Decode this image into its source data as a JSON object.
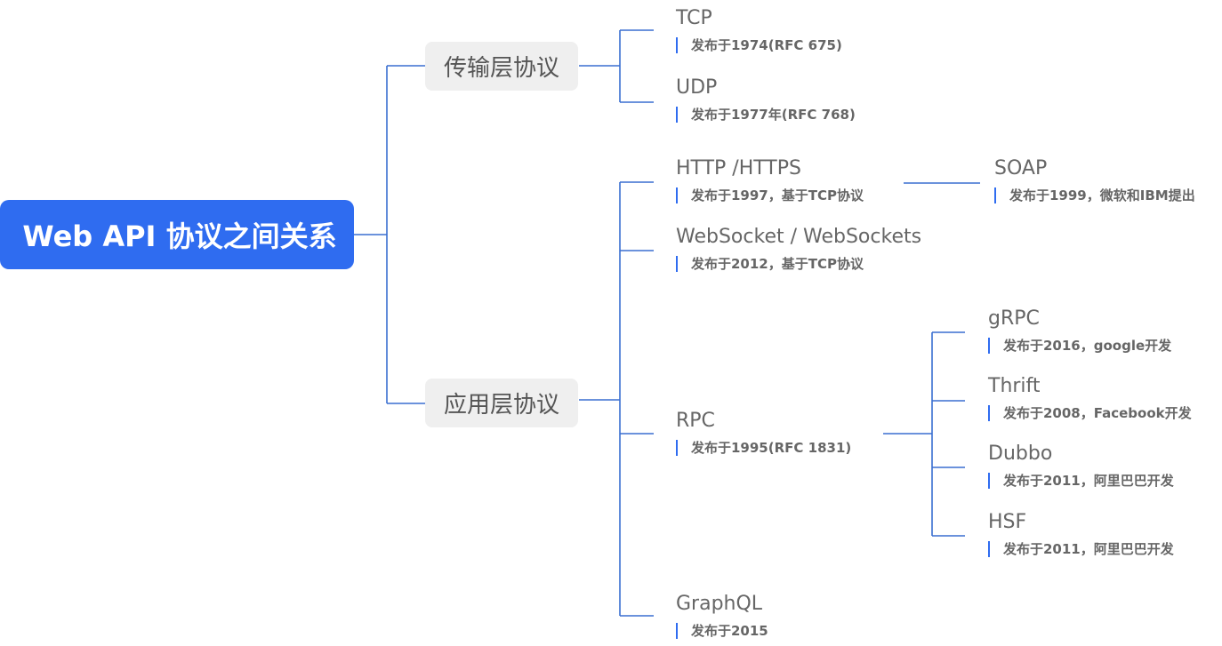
{
  "root": {
    "label": "Web API 协议之间关系"
  },
  "categories": {
    "transport": {
      "label": "传输层协议"
    },
    "application": {
      "label": "应用层协议"
    }
  },
  "protocols": {
    "tcp": {
      "name": "TCP",
      "note": "发布于1974(RFC 675)"
    },
    "udp": {
      "name": "UDP",
      "note": "发布于1977年(RFC 768)"
    },
    "http": {
      "name": "HTTP /HTTPS",
      "note": "发布于1997，基于TCP协议"
    },
    "soap": {
      "name": "SOAP",
      "note": "发布于1999，微软和IBM提出"
    },
    "websocket": {
      "name": "WebSocket / WebSockets",
      "note": "发布于2012，基于TCP协议"
    },
    "rpc": {
      "name": "RPC",
      "note": "发布于1995(RFC 1831)"
    },
    "grpc": {
      "name": "gRPC",
      "note": "发布于2016，google开发"
    },
    "thrift": {
      "name": "Thrift",
      "note": "发布于2008，Facebook开发"
    },
    "dubbo": {
      "name": "Dubbo",
      "note": "发布于2011，阿里巴巴开发"
    },
    "hsf": {
      "name": "HSF",
      "note": "发布于2011，阿里巴巴开发"
    },
    "graphql": {
      "name": "GraphQL",
      "note": "发布于2015"
    }
  },
  "colors": {
    "accent": "#2f6cf0",
    "line": "#3a6fd1",
    "text": "#666666",
    "category_bg": "#efefef"
  }
}
